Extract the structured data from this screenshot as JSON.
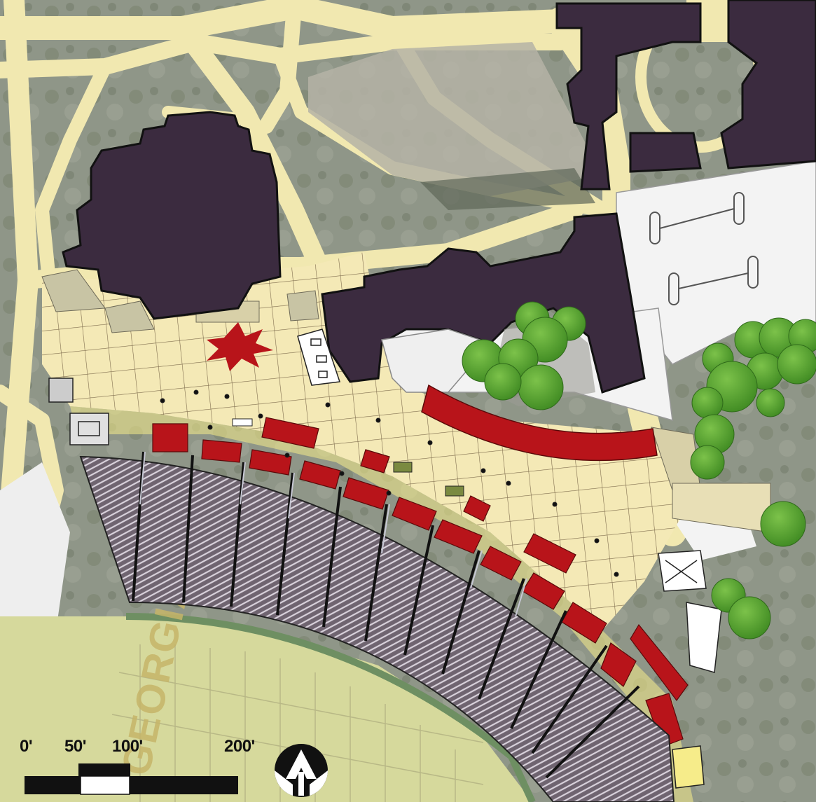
{
  "map": {
    "field_text": "GEORGIA",
    "scale_bar": {
      "labels": [
        "0'",
        "50'",
        "100'",
        "200'"
      ],
      "units": "feet"
    },
    "north_arrow": "north-arrow-icon",
    "colors": {
      "building": "#3b2b3f",
      "walkway": "#f1e8b0",
      "plaza_grid": "#8a7a55",
      "red_planter": "#b8141a",
      "tree": "#4f9a2c",
      "tree_edge": "#2f6a1a",
      "stadium_seating": "#7a6f78",
      "field": "#d6d99c",
      "aerial_ground": "#8f9688"
    }
  }
}
